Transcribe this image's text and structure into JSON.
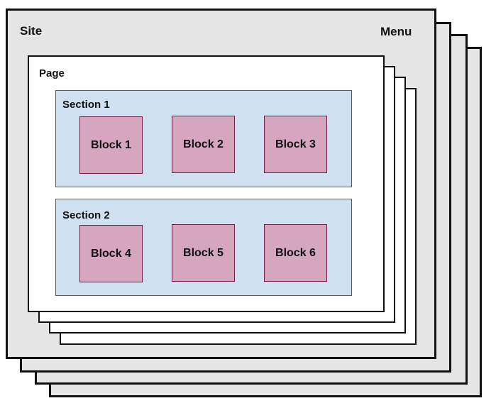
{
  "site": {
    "label": "Site",
    "menu_label": "Menu"
  },
  "page": {
    "label": "Page"
  },
  "sections": [
    {
      "label": "Section 1",
      "blocks": [
        "Block 1",
        "Block 2",
        "Block 3"
      ]
    },
    {
      "label": "Section 2",
      "blocks": [
        "Block 4",
        "Block 5",
        "Block 6"
      ]
    }
  ],
  "colors": {
    "site_fill": "#e5e5e5",
    "page_fill": "#ffffff",
    "section_fill": "#cfe0f0",
    "block_fill": "#d5a6bd",
    "block_border": "#6e1d45",
    "outline": "#111111"
  }
}
